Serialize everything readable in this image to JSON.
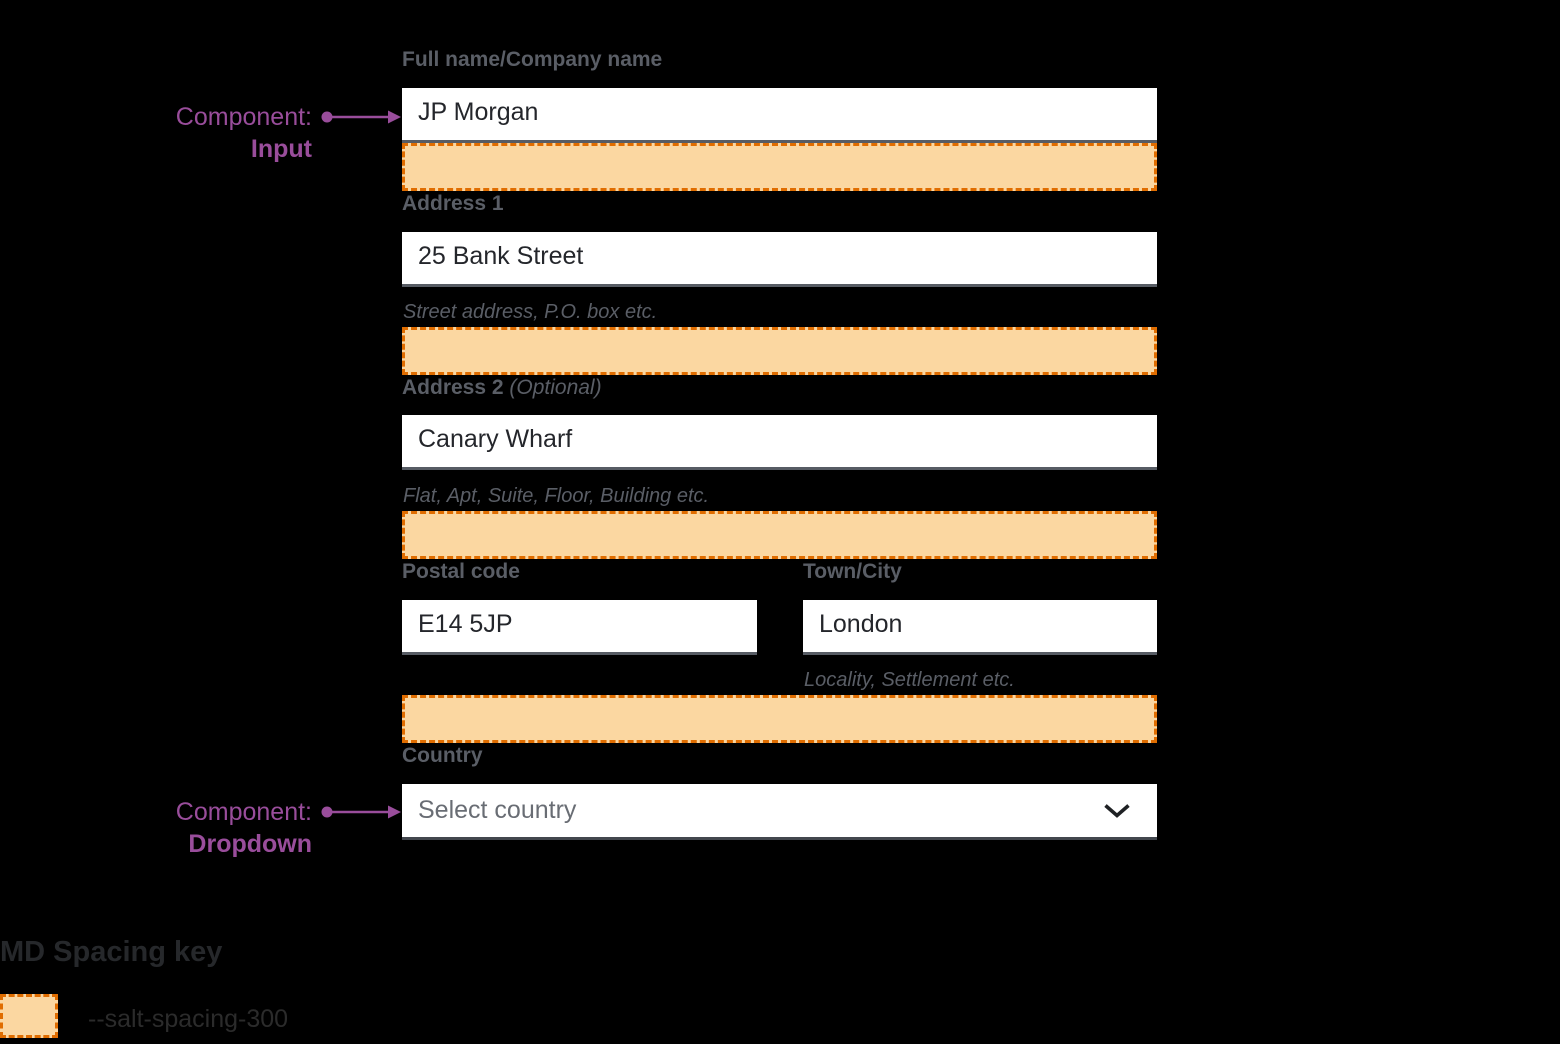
{
  "colors": {
    "background": "#000000",
    "spacing_fill": "#FBD7A1",
    "spacing_border": "#E06D00",
    "label_gray": "#5A5E66",
    "input_text": "#24262B",
    "input_bottom_border": "#575C64",
    "annotation_purple": "#994D9B",
    "key_text_dark": "#26282B"
  },
  "form": {
    "full_name": {
      "label": "Full name/Company name",
      "value": "JP Morgan"
    },
    "address1": {
      "label": "Address 1",
      "value": "25 Bank Street",
      "helper": "Street address, P.O. box etc."
    },
    "address2": {
      "label": "Address 2",
      "label_suffix": "(Optional)",
      "value": "Canary Wharf",
      "helper": "Flat, Apt, Suite, Floor, Building etc."
    },
    "postal_code": {
      "label": "Postal code",
      "value": "E14 5JP"
    },
    "town_city": {
      "label": "Town/City",
      "value": "London",
      "helper": "Locality, Settlement etc."
    },
    "country": {
      "label": "Country",
      "placeholder": "Select country",
      "icon": "chevron-down"
    }
  },
  "annotations": {
    "input": {
      "prefix": "Component:",
      "name": "Input"
    },
    "dropdown": {
      "prefix": "Component:",
      "name": "Dropdown"
    }
  },
  "spacing_key": {
    "heading": "MD Spacing key",
    "token": "--salt-spacing-300"
  }
}
